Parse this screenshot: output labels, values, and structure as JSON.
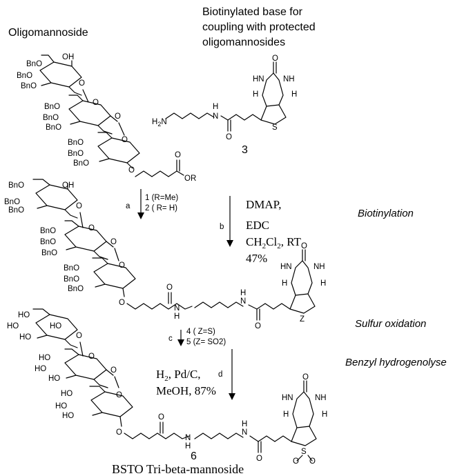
{
  "headings": {
    "oligomannoside": "Oligomannoside",
    "biotin_base_1": "Biotinylated base for",
    "biotin_base_2": "coupling with protected",
    "biotin_base_3": "oligomannosides",
    "final_product": "BSTO Tri-beta-mannoside"
  },
  "compounds": {
    "c3": "3",
    "c6": "6",
    "c1": "1 (R=Me)",
    "c2": "2 ( R= H)",
    "c4": "4 ( Z=S)",
    "c5": "5 (Z= SO2)"
  },
  "steps": {
    "a": "a",
    "b": "b",
    "c": "c",
    "d": "d"
  },
  "conditions": {
    "b_line1": "DMAP,",
    "b_line2": "EDC",
    "b_line3_pre": "CH",
    "b_line3_sub1": "2",
    "b_line3_mid": "Cl",
    "b_line3_sub2": "2",
    "b_line3_post": ",  RT",
    "b_line4": "47%",
    "d_line1_pre": "H",
    "d_line1_sub": "2",
    "d_line1_post": ", Pd/C,",
    "d_line2": "MeOH, 87%"
  },
  "reactions": {
    "biotinylation": "Biotinylation",
    "sulfur_oxidation": "Sulfur oxidation",
    "benzyl_hydrogenolyse": "Benzyl hydrogenolyse"
  },
  "atoms": {
    "bno": "BnO",
    "bno_r": "BnO",
    "ho": "HO",
    "oh": "OH",
    "o": "O",
    "or": "OR",
    "h": "H",
    "hn": "HN",
    "nh": "NH",
    "n": "N",
    "s": "S",
    "z": "Z",
    "h2n_pre": "H",
    "h2n_sub": "2",
    "h2n_post": "N",
    "two_o": "O"
  }
}
